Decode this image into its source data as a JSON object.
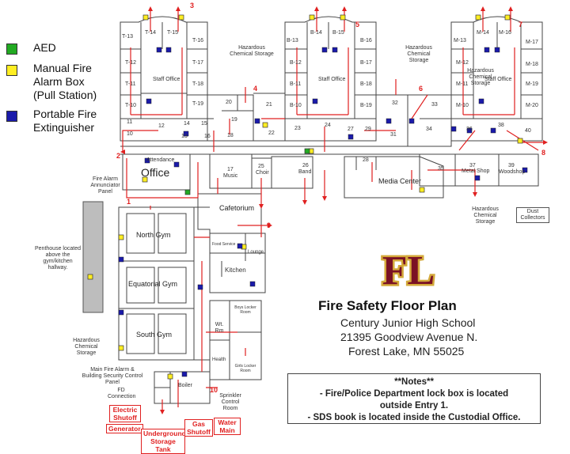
{
  "legend": {
    "aed": {
      "label": "AED",
      "color": "#22aa22"
    },
    "alarm": {
      "label": "Manual Fire Alarm Box (Pull Station)",
      "line1": "Manual Fire",
      "line2": "Alarm Box",
      "line3": "(Pull Station)",
      "color": "#ffee22"
    },
    "extinguisher": {
      "label": "Portable Fire Extinguisher",
      "line1": "Portable Fire",
      "line2": "Extinguisher",
      "color": "#1a1aaa"
    }
  },
  "title": {
    "heading": "Fire Safety Floor Plan",
    "school": "Century Junior High School",
    "street": "21395 Goodview Avenue N.",
    "city": "Forest Lake, MN  55025",
    "logo_text": "FL"
  },
  "notes": {
    "heading": "**Notes**",
    "line1": "- Fire/Police Department lock box is located",
    "line2": "outside Entry 1.",
    "line3": "- SDS book is located inside the Custodial Office."
  },
  "rooms": {
    "t_wing": [
      "T-13",
      "T-14",
      "T-15",
      "T-16",
      "T-12",
      "T-17",
      "T-11",
      "T-18",
      "T-10",
      "T-19"
    ],
    "b_wing": [
      "B-13",
      "B-14",
      "B-15",
      "B-16",
      "B-12",
      "B-17",
      "B-11",
      "B-18",
      "B-10",
      "B-19"
    ],
    "m_wing": [
      "M-13",
      "M-14",
      "M-16",
      "M-17",
      "M-12",
      "M-18",
      "M-11",
      "M-19",
      "M-10",
      "M-20"
    ],
    "numbered": [
      "11",
      "12",
      "10",
      "13",
      "14",
      "15",
      "16",
      "18",
      "19",
      "20",
      "21",
      "22",
      "23",
      "24",
      "27",
      "29",
      "31",
      "32",
      "33",
      "34",
      "36",
      "38",
      "40",
      "28",
      "35",
      "37",
      "39"
    ],
    "staff_office": "Staff Office",
    "attendance": "Attendance",
    "office": "Office",
    "music_num": "17",
    "music": "Music",
    "choir_num": "25",
    "choir": "Choir",
    "band_num": "26",
    "band": "Band",
    "media_center": "Media Center",
    "metal_shop": "Metal Shop",
    "woodshop": "Woodshop",
    "cafetorium": "Cafetorium",
    "north_gym": "North Gym",
    "equatorial_gym": "Equatorial Gym",
    "south_gym": "South Gym",
    "food_service": "Food Service",
    "kitchen": "Kitchen",
    "lounge": "Lounge",
    "boys_locker": "Boys Locker Room",
    "girls_locker": "Girls Locker Room",
    "wt_rm": "Wt. Rm",
    "health": "Health",
    "boiler": "Boiler"
  },
  "annotations": {
    "hazardous_1": "Hazardous Chemical Storage",
    "hazardous_2": "Hazardous Chemical Storage",
    "hazardous_3": "Hazardous Chemical Storage",
    "hazardous_4": "Hazardous Chemical Storage",
    "dust_collectors": "Dust Collectors",
    "fire_alarm_panel": "Fire Alarm Annunciator Panel",
    "penthouse": "Penthouse located above the gym/kitchen hallway.",
    "hazardous_gym": "Hazardous Chemical Storage",
    "main_fire_alarm": "Main Fire Alarm & Building Security Control Panel",
    "fd_connection": "FD Connection",
    "sprinkler_room": "Sprinkler Control Room"
  },
  "utilities": {
    "electric": "Electric Shutoff",
    "generator": "Generator",
    "tank": "Underground Storage Tank",
    "gas": "Gas Shutoff",
    "water": "Water Main"
  },
  "exits": [
    "1",
    "2",
    "3",
    "4",
    "5",
    "6",
    "7",
    "8",
    "9",
    "10"
  ]
}
